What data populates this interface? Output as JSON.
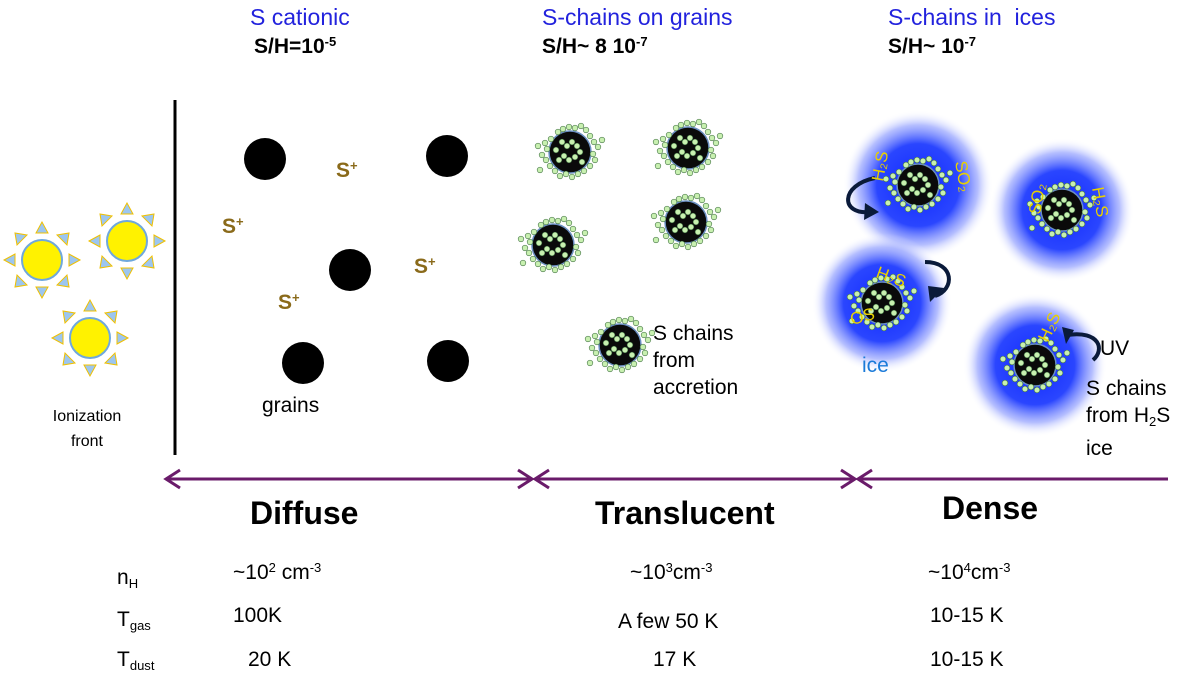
{
  "columns": [
    {
      "title": "S cationic",
      "ratio_prefix": "S/H=10",
      "ratio_exp": "-5"
    },
    {
      "title": "S-chains on grains",
      "ratio_prefix": "S/H~ 8 10",
      "ratio_exp": "-7"
    },
    {
      "title": "S-chains in  ices",
      "ratio_prefix": "S/H~ 10",
      "ratio_exp": "-7"
    }
  ],
  "ion": {
    "base": "S",
    "charge": "+"
  },
  "labels": {
    "ionization_front_line1": "Ionization",
    "ionization_front_line2": "front",
    "grains": "grains",
    "accretion_1": "S chains",
    "accretion_2": "from",
    "accretion_3": "accretion",
    "ice": "ice",
    "uv": "UV",
    "h2s_1": "S chains",
    "h2s_2_a": "from H",
    "h2s_2_sub": "2",
    "h2s_2_b": "S",
    "h2s_3": "ice",
    "h2s_label": "H₂S",
    "so2_label": "SO₂",
    "os_label": "OS"
  },
  "regions": [
    "Diffuse",
    "Translucent",
    "Dense"
  ],
  "params": {
    "nH": {
      "base": "n",
      "sub": "H",
      "diffuse": {
        "a": "~10",
        "sup1": "2",
        "b": " cm",
        "sup2": "-3"
      },
      "translucent": {
        "a": "~10",
        "sup1": "3",
        "b": "cm",
        "sup2": "-3"
      },
      "dense": {
        "a": "~10",
        "sup1": "4",
        "b": "cm",
        "sup2": "-3"
      }
    },
    "Tgas": {
      "base": "T",
      "sub": "gas",
      "diffuse": "100K",
      "translucent": "A few 50 K",
      "dense": "10-15 K"
    },
    "Tdust": {
      "base": "T",
      "sub": "dust",
      "diffuse": "20 K",
      "translucent": "17 K",
      "dense": "10-15 K"
    }
  },
  "colors": {
    "title_blue": "#2222dd",
    "ion_gold": "#8a6a1a",
    "arrow_purple": "#6a1b6a",
    "ice_blue": "#1a3cff",
    "ice_text": "#1a7ad9",
    "label_yellow": "#e8d000",
    "chain_green": "#b5e3a0"
  }
}
